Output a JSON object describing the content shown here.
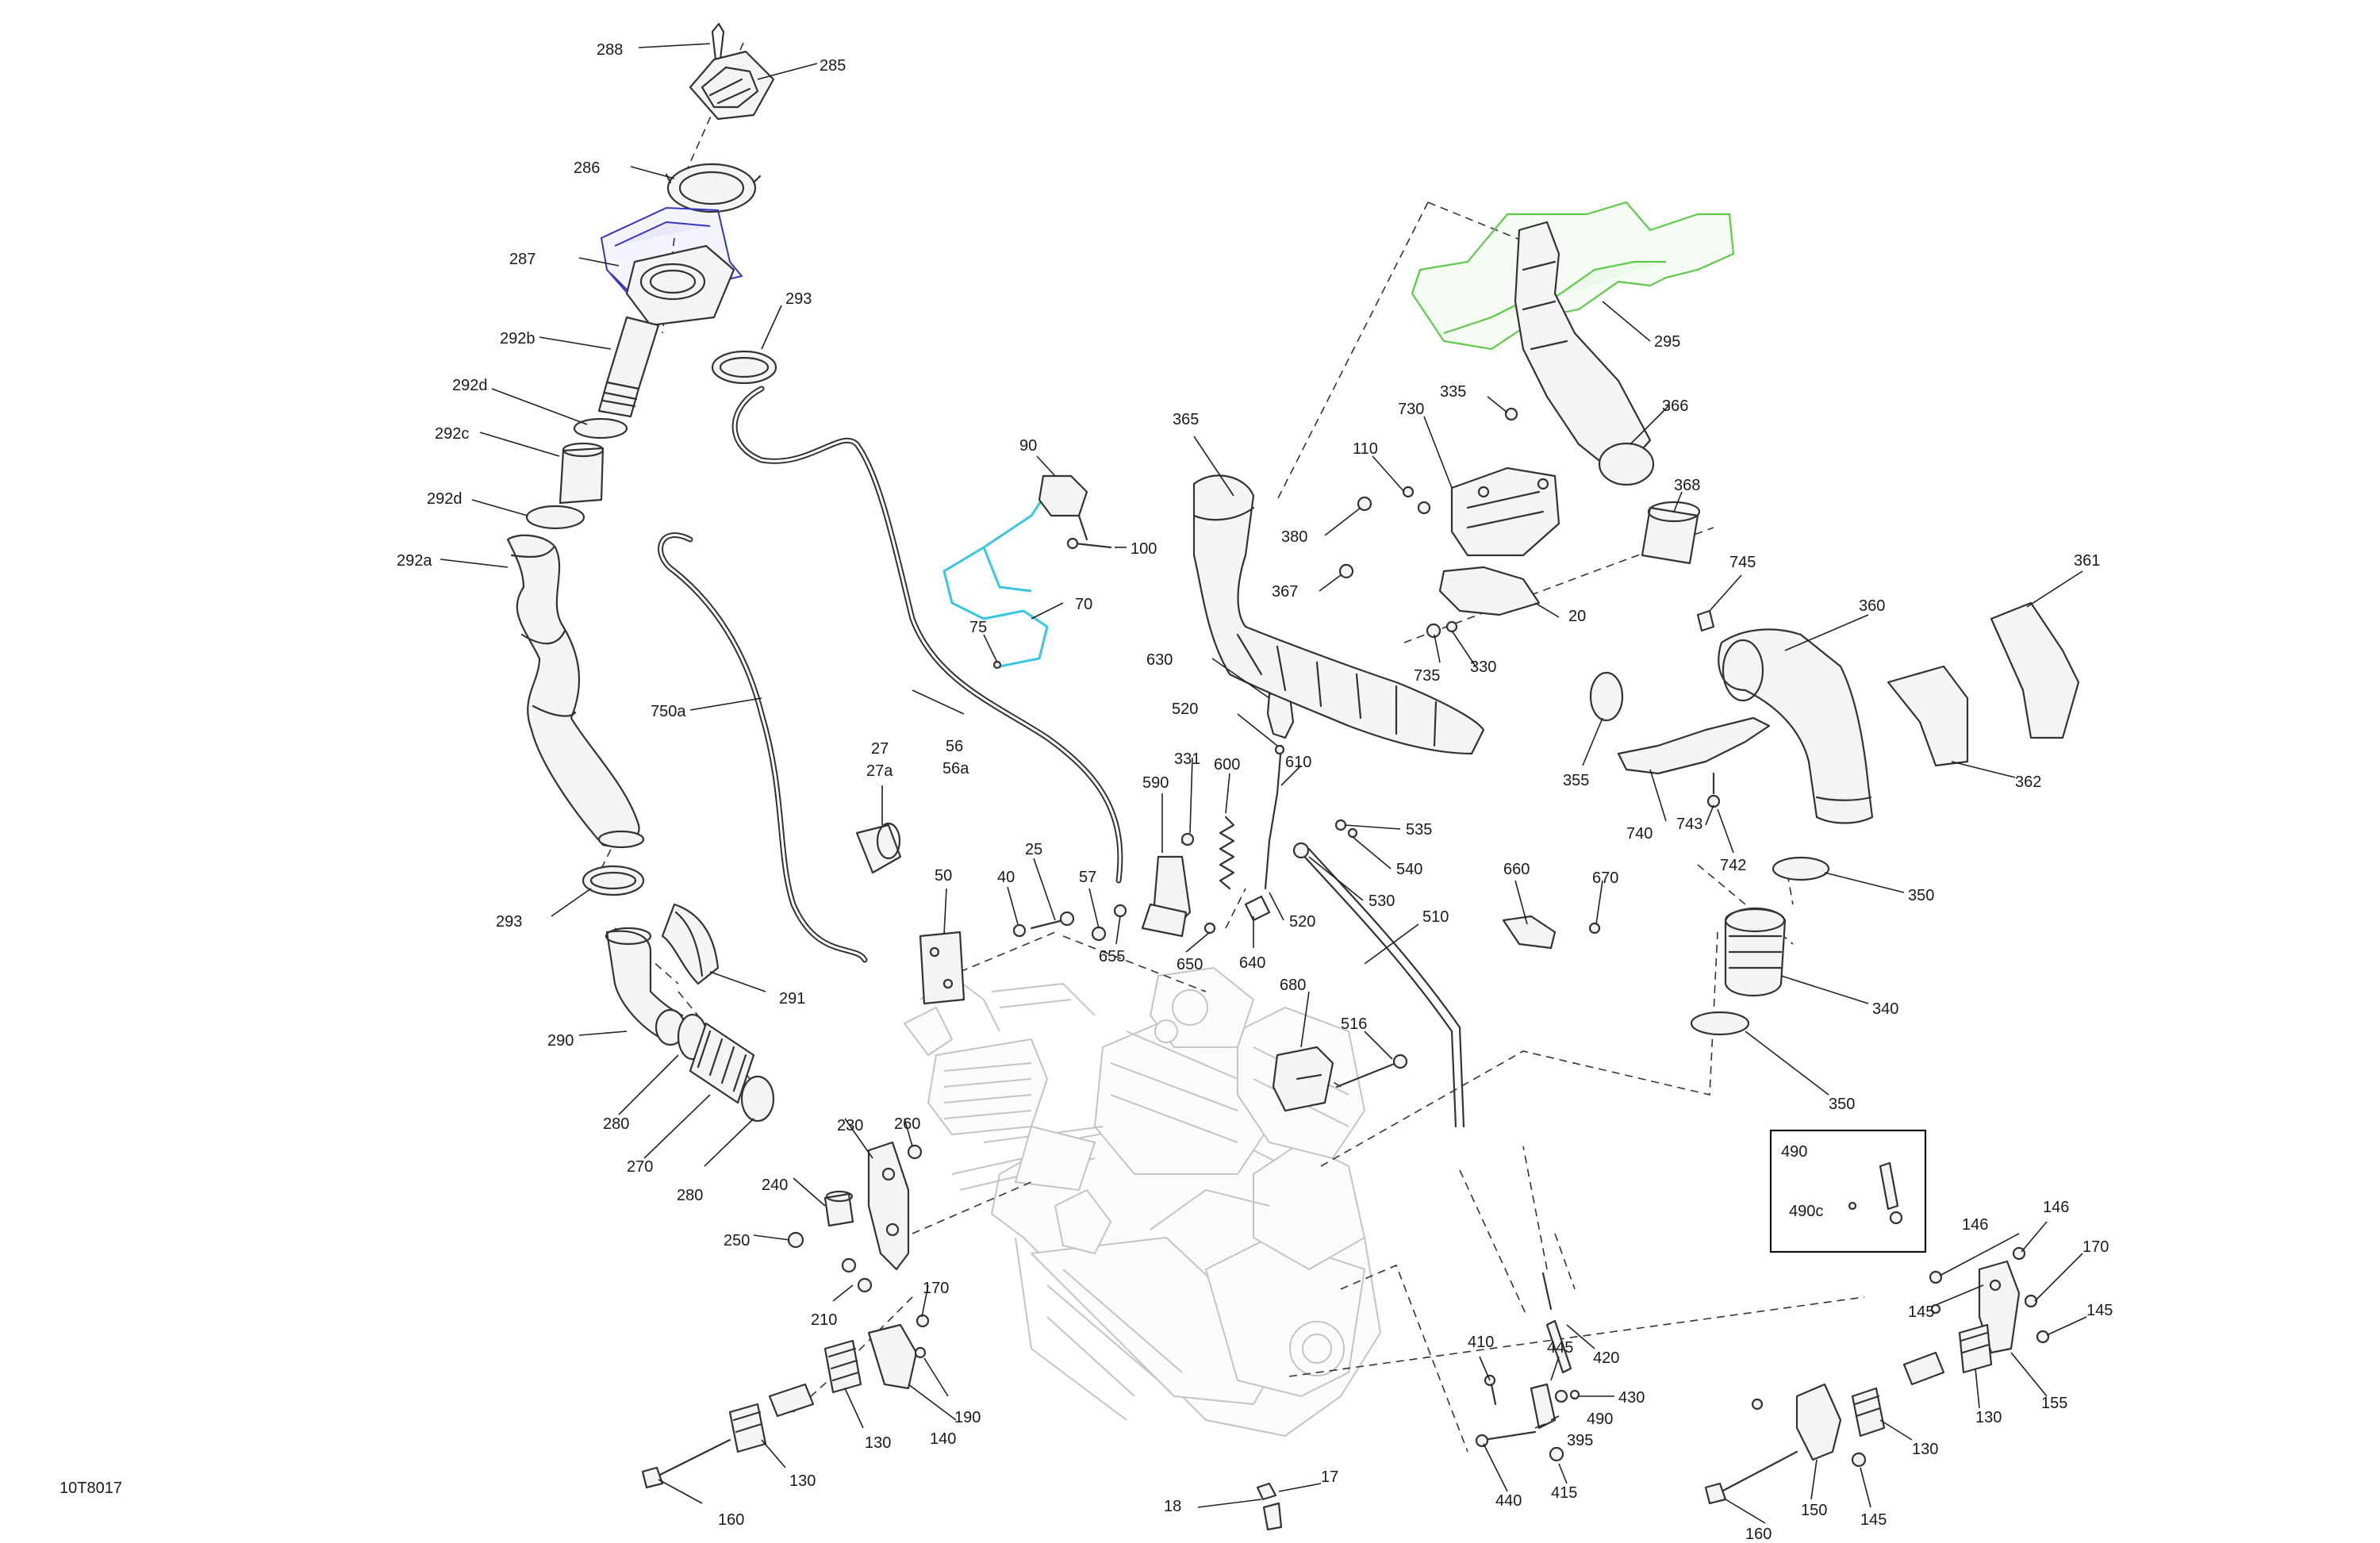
{
  "diagram_code": "10T8017",
  "callouts": [
    {
      "id": "c288",
      "text": "288"
    },
    {
      "id": "c285",
      "text": "285"
    },
    {
      "id": "c286",
      "text": "286"
    },
    {
      "id": "c287",
      "text": "287"
    },
    {
      "id": "c293a",
      "text": "293"
    },
    {
      "id": "c292b",
      "text": "292b"
    },
    {
      "id": "c292d1",
      "text": "292d"
    },
    {
      "id": "c292c",
      "text": "292c"
    },
    {
      "id": "c292d2",
      "text": "292d"
    },
    {
      "id": "c292a",
      "text": "292a"
    },
    {
      "id": "c750a",
      "text": "750a"
    },
    {
      "id": "c293b",
      "text": "293"
    },
    {
      "id": "c291",
      "text": "291"
    },
    {
      "id": "c290",
      "text": "290"
    },
    {
      "id": "c280a",
      "text": "280"
    },
    {
      "id": "c270",
      "text": "270"
    },
    {
      "id": "c280b",
      "text": "280"
    },
    {
      "id": "c240",
      "text": "240"
    },
    {
      "id": "c230",
      "text": "230"
    },
    {
      "id": "c260",
      "text": "260"
    },
    {
      "id": "c250",
      "text": "250"
    },
    {
      "id": "c210",
      "text": "210"
    },
    {
      "id": "c170a",
      "text": "170"
    },
    {
      "id": "c190",
      "text": "190"
    },
    {
      "id": "c140",
      "text": "140"
    },
    {
      "id": "c130a",
      "text": "130"
    },
    {
      "id": "c130b",
      "text": "130"
    },
    {
      "id": "c160a",
      "text": "160"
    },
    {
      "id": "c90",
      "text": "90"
    },
    {
      "id": "c100",
      "text": "100"
    },
    {
      "id": "c70",
      "text": "70"
    },
    {
      "id": "c75",
      "text": "75"
    },
    {
      "id": "c56",
      "text": "56"
    },
    {
      "id": "c56a",
      "text": "56a"
    },
    {
      "id": "c27",
      "text": "27"
    },
    {
      "id": "c27a",
      "text": "27a"
    },
    {
      "id": "c50",
      "text": "50"
    },
    {
      "id": "c25",
      "text": "25"
    },
    {
      "id": "c40",
      "text": "40"
    },
    {
      "id": "c57",
      "text": "57"
    },
    {
      "id": "c655",
      "text": "655"
    },
    {
      "id": "c650",
      "text": "650"
    },
    {
      "id": "c640",
      "text": "640"
    },
    {
      "id": "c590",
      "text": "590"
    },
    {
      "id": "c331",
      "text": "331"
    },
    {
      "id": "c600",
      "text": "600"
    },
    {
      "id": "c520a",
      "text": "520"
    },
    {
      "id": "c630",
      "text": "630"
    },
    {
      "id": "c610",
      "text": "610"
    },
    {
      "id": "c535",
      "text": "535"
    },
    {
      "id": "c540",
      "text": "540"
    },
    {
      "id": "c530",
      "text": "530"
    },
    {
      "id": "c520b",
      "text": "520"
    },
    {
      "id": "c510",
      "text": "510"
    },
    {
      "id": "c680",
      "text": "680"
    },
    {
      "id": "c516",
      "text": "516"
    },
    {
      "id": "c365",
      "text": "365"
    },
    {
      "id": "c367",
      "text": "367"
    },
    {
      "id": "c380",
      "text": "380"
    },
    {
      "id": "c110",
      "text": "110"
    },
    {
      "id": "c730",
      "text": "730"
    },
    {
      "id": "c335",
      "text": "335"
    },
    {
      "id": "c295",
      "text": "295"
    },
    {
      "id": "c366",
      "text": "366"
    },
    {
      "id": "c368",
      "text": "368"
    },
    {
      "id": "c20",
      "text": "20"
    },
    {
      "id": "c735",
      "text": "735"
    },
    {
      "id": "c330",
      "text": "330"
    },
    {
      "id": "c745",
      "text": "745"
    },
    {
      "id": "c360",
      "text": "360"
    },
    {
      "id": "c361",
      "text": "361"
    },
    {
      "id": "c355",
      "text": "355"
    },
    {
      "id": "c740",
      "text": "740"
    },
    {
      "id": "c743",
      "text": "743"
    },
    {
      "id": "c742",
      "text": "742"
    },
    {
      "id": "c362",
      "text": "362"
    },
    {
      "id": "c350a",
      "text": "350"
    },
    {
      "id": "c340",
      "text": "340"
    },
    {
      "id": "c350b",
      "text": "350"
    },
    {
      "id": "c660",
      "text": "660"
    },
    {
      "id": "c670",
      "text": "670"
    },
    {
      "id": "c490box",
      "text": "490"
    },
    {
      "id": "c490c",
      "text": "490c"
    },
    {
      "id": "c146a",
      "text": "146"
    },
    {
      "id": "c146b",
      "text": "146"
    },
    {
      "id": "c170b",
      "text": "170"
    },
    {
      "id": "c145a",
      "text": "145"
    },
    {
      "id": "c145b",
      "text": "145"
    },
    {
      "id": "c155",
      "text": "155"
    },
    {
      "id": "c130c",
      "text": "130"
    },
    {
      "id": "c130d",
      "text": "130"
    },
    {
      "id": "c150",
      "text": "150"
    },
    {
      "id": "c145c",
      "text": "145"
    },
    {
      "id": "c160b",
      "text": "160"
    },
    {
      "id": "c410",
      "text": "410"
    },
    {
      "id": "c445",
      "text": "445"
    },
    {
      "id": "c420",
      "text": "420"
    },
    {
      "id": "c430",
      "text": "430"
    },
    {
      "id": "c490",
      "text": "490"
    },
    {
      "id": "c395",
      "text": "395"
    },
    {
      "id": "c440",
      "text": "440"
    },
    {
      "id": "c415",
      "text": "415"
    },
    {
      "id": "c17",
      "text": "17"
    },
    {
      "id": "c18",
      "text": "18"
    }
  ],
  "colors": {
    "line": "#333333",
    "ghost_engine": "#c4c4c4",
    "highlight_287": "#3535c0",
    "highlight_295": "#5fc94a",
    "highlight_70": "#38c7e0"
  }
}
